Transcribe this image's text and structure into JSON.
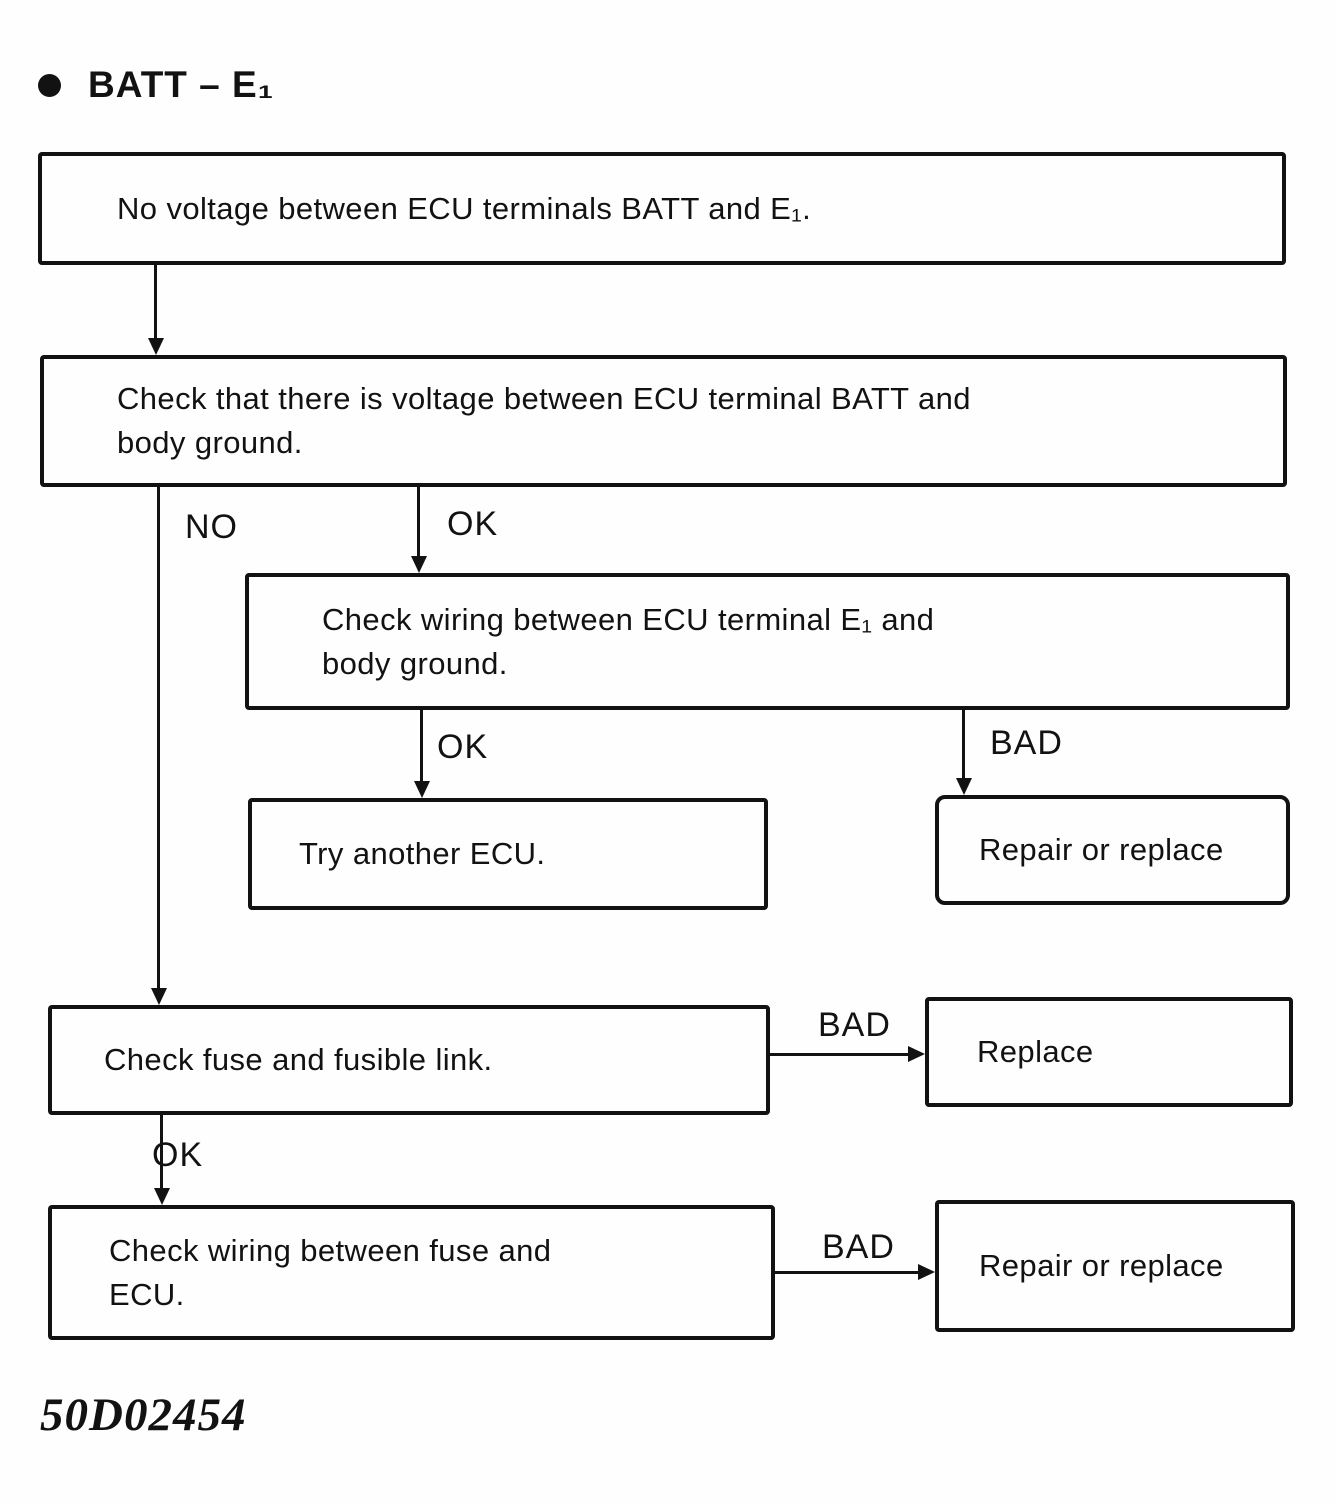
{
  "page": {
    "heading": "BATT – E₁",
    "figure_code": "50D02454"
  },
  "flowchart": {
    "nodes": {
      "start": "No voltage between ECU terminals BATT and E₁.",
      "check_batt_voltage": "Check that there is voltage between ECU terminal BATT and\nbody ground.",
      "check_wiring_e1": "Check wiring between ECU terminal E₁ and\nbody ground.",
      "try_another_ecu": "Try another ECU.",
      "repair_or_replace_top": "Repair or replace",
      "check_fuse": "Check fuse and fusible link.",
      "replace": "Replace",
      "check_wiring_fuse": "Check wiring between fuse and\nECU.",
      "repair_or_replace_bottom": "Repair or replace"
    },
    "branch_labels": {
      "no": "NO",
      "ok_to_check_wiring_e1": "OK",
      "ok_to_try_ecu": "OK",
      "bad_to_repair_top": "BAD",
      "bad_to_replace": "BAD",
      "ok_to_check_wiring_fuse": "OK",
      "bad_to_repair_bottom": "BAD"
    }
  }
}
